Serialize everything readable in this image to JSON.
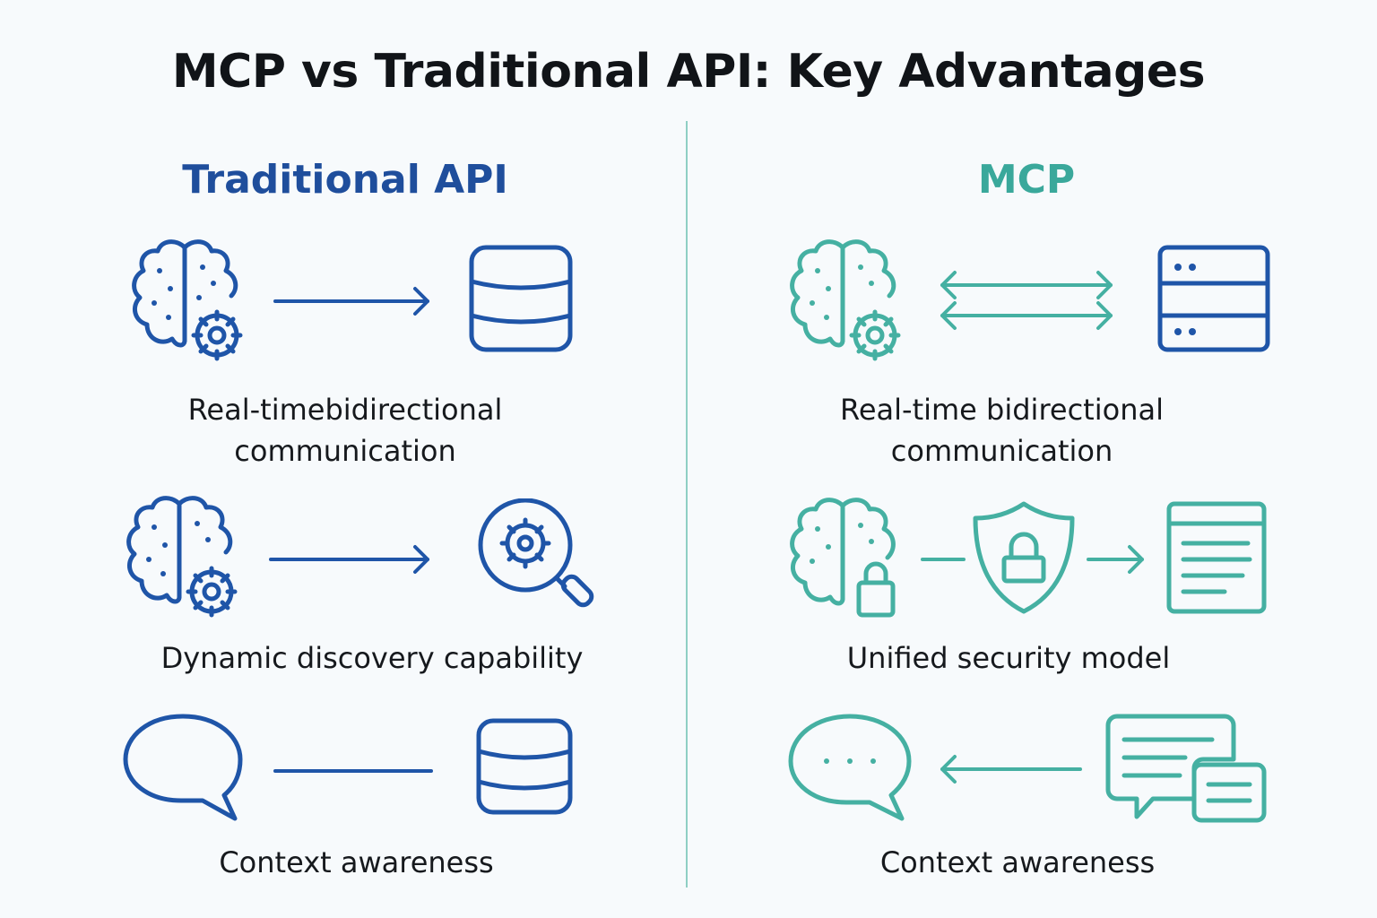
{
  "title": "MCP vs Traditional API: Key Advantages",
  "colors": {
    "traditional": "#1f55a8",
    "mcp": "#45b0a2",
    "divider": "#8fcfc4"
  },
  "left": {
    "heading": "Traditional API",
    "rows": [
      {
        "caption_line1": "Real-timebidirectional",
        "caption_line2": "communication",
        "icons": [
          "brain-gear-icon",
          "arrow-right-icon",
          "database-icon"
        ]
      },
      {
        "caption_line1": "Dynamic discovery capability",
        "icons": [
          "brain-gear-icon",
          "arrow-right-icon",
          "gear-search-icon"
        ]
      },
      {
        "caption_line1": "Context awareness",
        "icons": [
          "speech-bubble-icon",
          "line-icon",
          "database-icon"
        ]
      }
    ]
  },
  "right": {
    "heading": "MCP",
    "rows": [
      {
        "caption_line1": "Real-time bidirectional",
        "caption_line2": "communication",
        "icons": [
          "brain-gear-icon",
          "double-arrow-icon",
          "server-icon"
        ]
      },
      {
        "caption_line1": "Unified security model",
        "icons": [
          "brain-lock-icon",
          "shield-lock-icon",
          "document-icon"
        ]
      },
      {
        "caption_line1": "Context awareness",
        "icons": [
          "chat-dots-icon",
          "arrow-left-icon",
          "messages-icon"
        ]
      }
    ]
  }
}
